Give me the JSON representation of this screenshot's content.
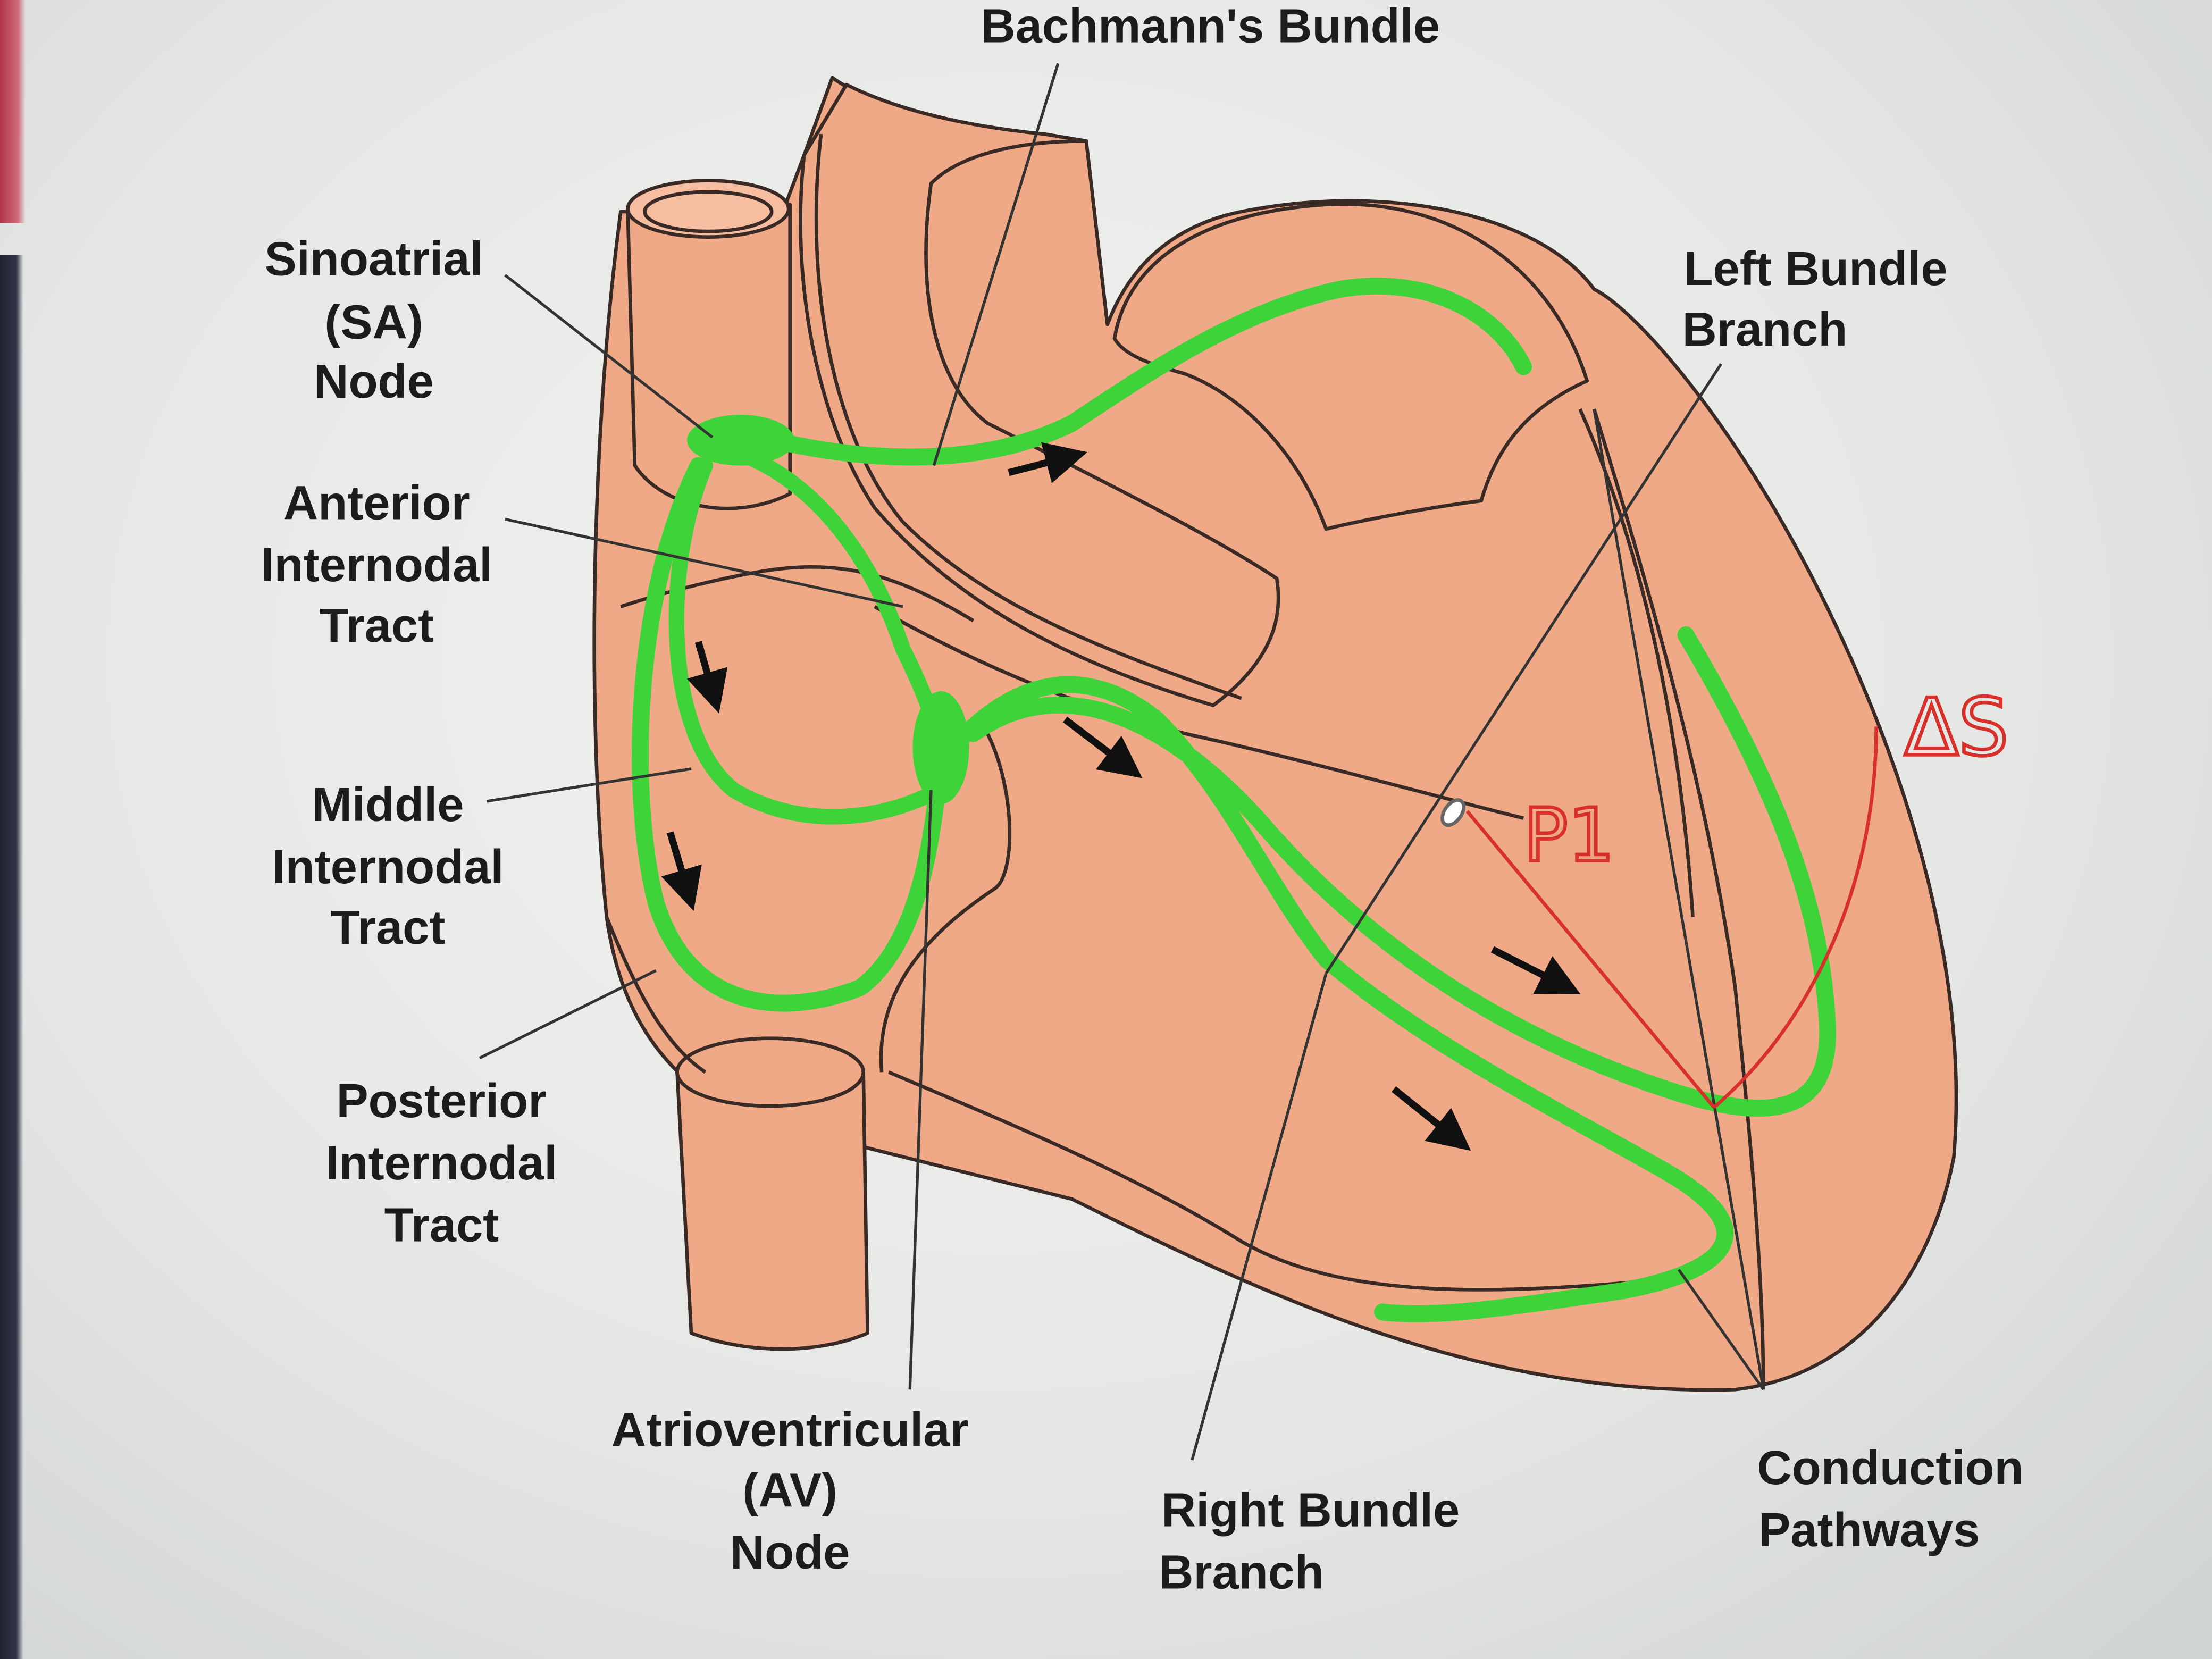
{
  "diagram": {
    "labels": {
      "bachmann": "Bachmann's Bundle",
      "sa_node": [
        "Sinoatrial",
        "(SA)",
        "Node"
      ],
      "anterior_tract": [
        "Anterior",
        "Internodal",
        "Tract"
      ],
      "middle_tract": [
        "Middle",
        "Internodal",
        "Tract"
      ],
      "posterior_tract": [
        "Posterior",
        "Internodal",
        "Tract"
      ],
      "av_node": [
        "Atrioventricular",
        "(AV)",
        "Node"
      ],
      "right_bundle": [
        "Right Bundle",
        "Branch"
      ],
      "left_bundle": [
        "Left Bundle",
        "Branch"
      ],
      "conduction": [
        "Conduction",
        "Pathways"
      ]
    },
    "handwriting": {
      "p1": "P1",
      "ds": "ΔS"
    },
    "colors": {
      "heart_fill": "#f0a987",
      "conduction_green": "#3fd33a",
      "outline": "#3a2a26",
      "annotation_red": "#d8302a"
    }
  }
}
